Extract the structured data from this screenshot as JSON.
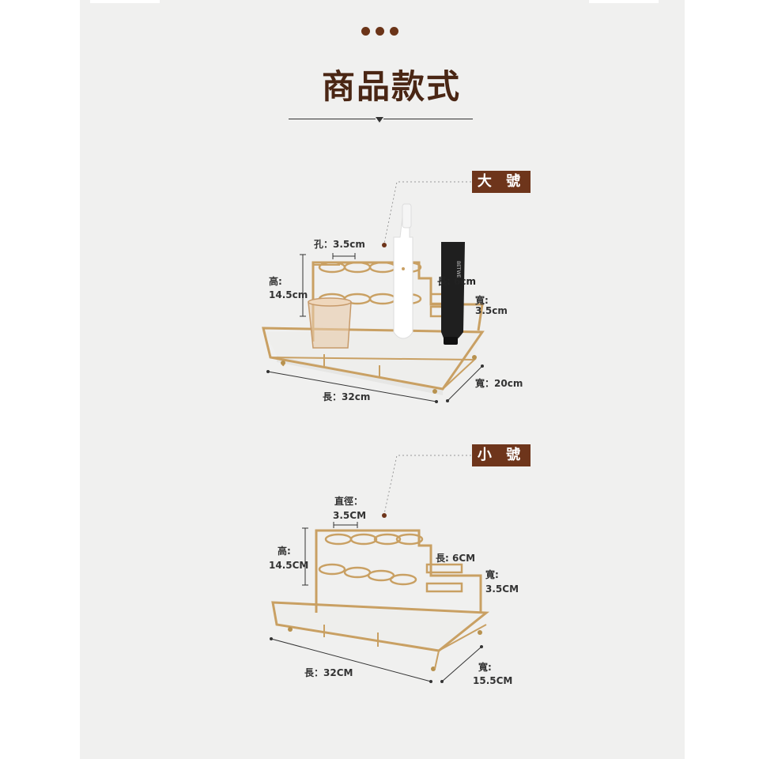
{
  "header": {
    "title": "商品款式"
  },
  "large": {
    "badge": "大 號",
    "hole_label": "孔：3.5cm",
    "height_label": [
      "高:",
      "14.5cm"
    ],
    "slot_length_label": "長: 6cm",
    "slot_width_label": [
      "寬:",
      "3.5cm"
    ],
    "length_label": "長：32cm",
    "width_label": "寬：20cm"
  },
  "small": {
    "badge": "小 號",
    "diameter_label": [
      "直徑：",
      "3.5CM"
    ],
    "height_label": [
      "高:",
      "14.5CM"
    ],
    "slot_length_label": "長: 6CM",
    "slot_width_label": [
      "寬:",
      "3.5CM"
    ],
    "length_label": "長：32CM",
    "width_label": [
      "寬:",
      "15.5CM"
    ]
  },
  "colors": {
    "brown": "#6e351b",
    "gold": "#c9a063",
    "background": "#f0f0ef"
  }
}
